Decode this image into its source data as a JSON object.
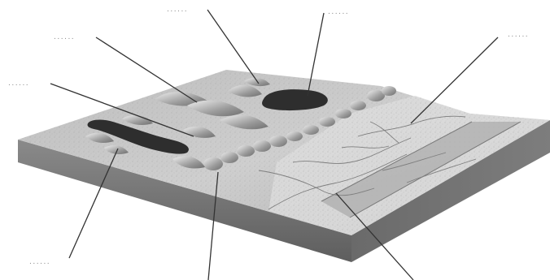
{
  "diagram": {
    "label_placeholder": "......",
    "callouts": [
      {
        "id": "ridge-ne"
      },
      {
        "id": "lake-north"
      },
      {
        "id": "outwash-plain"
      },
      {
        "id": "drumlins"
      },
      {
        "id": "moraine-ridge"
      },
      {
        "id": "lake-south"
      },
      {
        "id": "moraine-front"
      },
      {
        "id": "valley-river"
      }
    ],
    "colors": {
      "background": "#ffffff",
      "surface_light": "#d4d4d4",
      "surface_mid": "#b8b8b8",
      "side_dark": "#6b6b6b",
      "lake": "#2e2e2e",
      "leader_line": "#333333"
    }
  }
}
